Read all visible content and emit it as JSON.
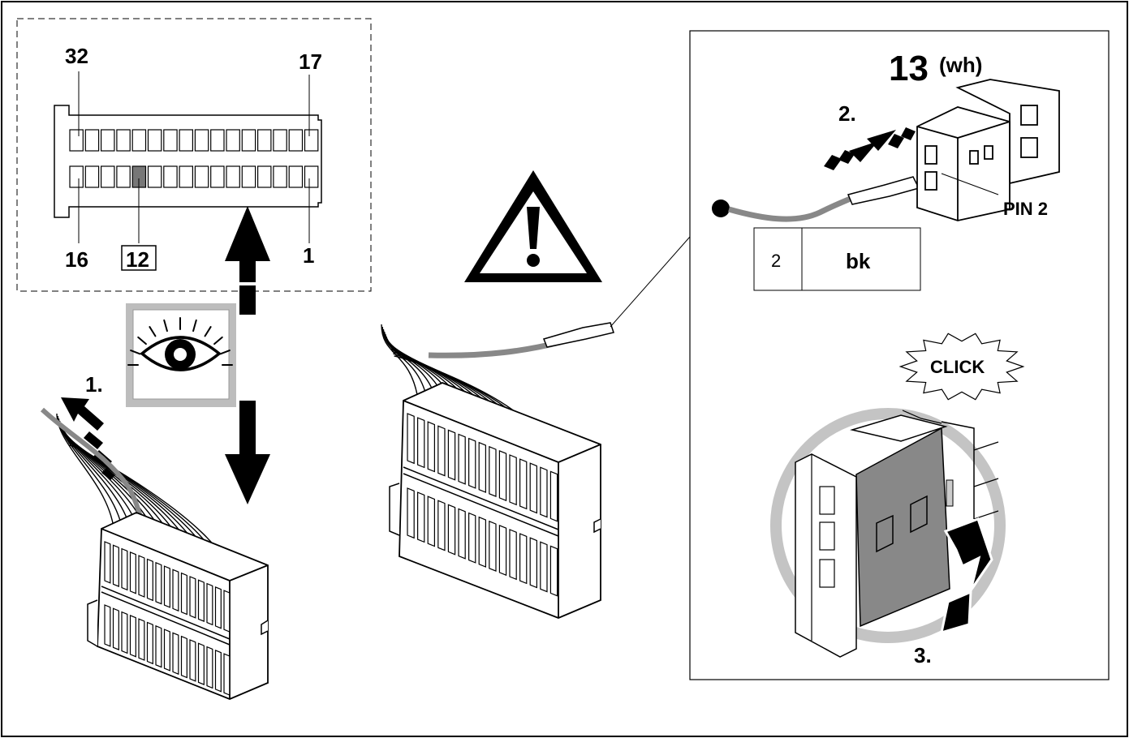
{
  "connector_view": {
    "top_left_pin": "32",
    "top_right_pin": "17",
    "bottom_left_pin": "16",
    "bottom_right_pin": "1",
    "highlighted_pin": "12"
  },
  "steps": {
    "step1": "1.",
    "step2": "2.",
    "step3": "3."
  },
  "detail": {
    "pin_number": "13",
    "wire_color": "(wh)",
    "pin_label": "PIN 2",
    "table_pin": "2",
    "table_color": "bk",
    "click_label": "CLICK"
  },
  "icons": [
    "eye-icon",
    "warning-icon",
    "double-arrow-icon",
    "insert-arrow-icon",
    "pull-arrow-icon",
    "rotate-arrow-icon"
  ],
  "colors": {
    "line": "#000000",
    "highlight": "#777777",
    "lock_gray": "#888888",
    "ring_gray": "#c4c4c4",
    "wire_gray": "#8a8a8a"
  }
}
